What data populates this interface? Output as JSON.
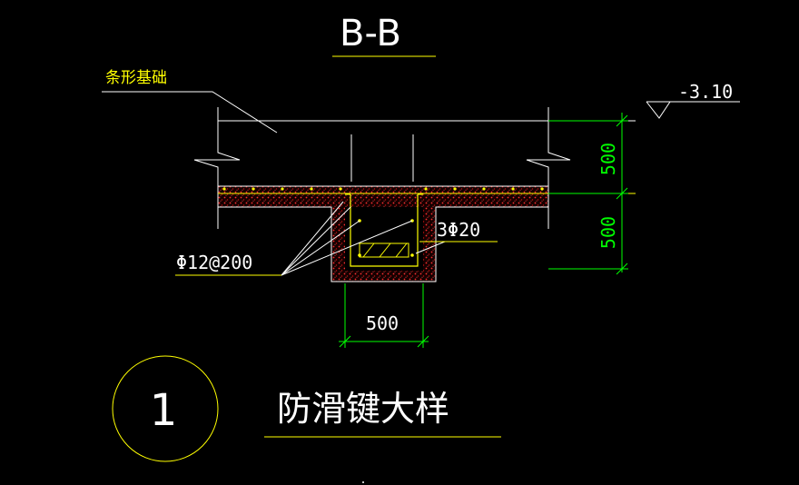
{
  "drawing": {
    "section_title": "B-B",
    "foundation_label": "条形基础",
    "elevation": "-3.10",
    "rebar_distribution": "Φ12@200",
    "rebar_main": "3Φ20",
    "dim_upper": "500",
    "dim_lower": "500",
    "dim_width": "500",
    "detail_number": "1",
    "detail_title": "防滑键大样"
  },
  "colors": {
    "background": "#000000",
    "outline": "#ffffff",
    "dimension": "#00ff00",
    "annotation": "#ffff00",
    "text_white": "#ffffff",
    "hatch": "#ff2020"
  }
}
